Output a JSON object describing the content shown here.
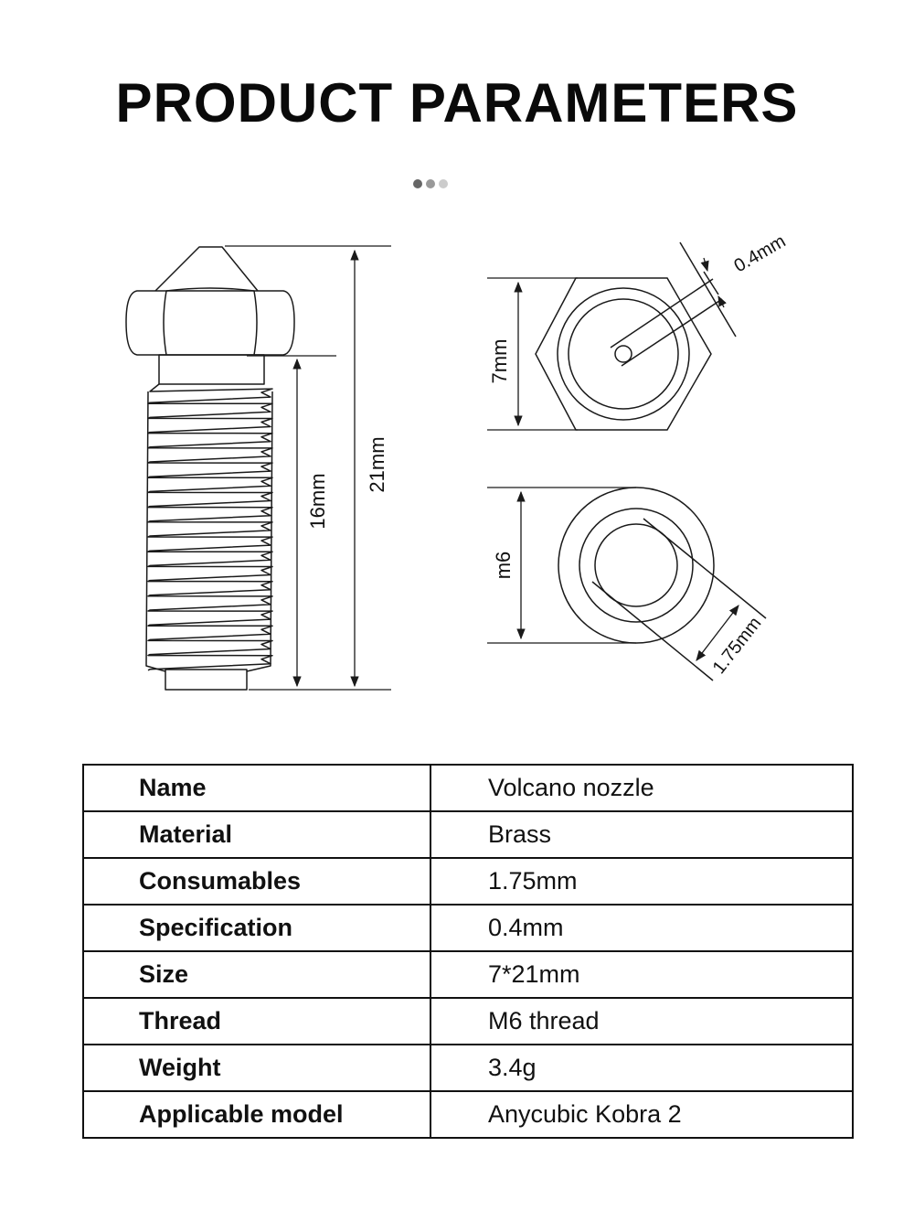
{
  "header": {
    "title": "PRODUCT PARAMETERS"
  },
  "carousel": {
    "indicator_count": 3
  },
  "diagram": {
    "dim_total_length": "21mm",
    "dim_thread_length": "16mm",
    "dim_hex_width": "7mm",
    "dim_nozzle_hole": "0.4mm",
    "dim_thread": "m6",
    "dim_filament": "1.75mm"
  },
  "specs": {
    "rows": [
      {
        "key": "Name",
        "value": "Volcano nozzle"
      },
      {
        "key": "Material",
        "value": "Brass"
      },
      {
        "key": "Consumables",
        "value": "1.75mm"
      },
      {
        "key": "Specification",
        "value": "0.4mm"
      },
      {
        "key": "Size",
        "value": "7*21mm"
      },
      {
        "key": "Thread",
        "value": "M6 thread"
      },
      {
        "key": "Weight",
        "value": "3.4g"
      },
      {
        "key": "Applicable model",
        "value": "Anycubic Kobra 2"
      }
    ]
  },
  "colors": {
    "line": "#1a1a1a",
    "text": "#111111",
    "background": "#ffffff"
  }
}
